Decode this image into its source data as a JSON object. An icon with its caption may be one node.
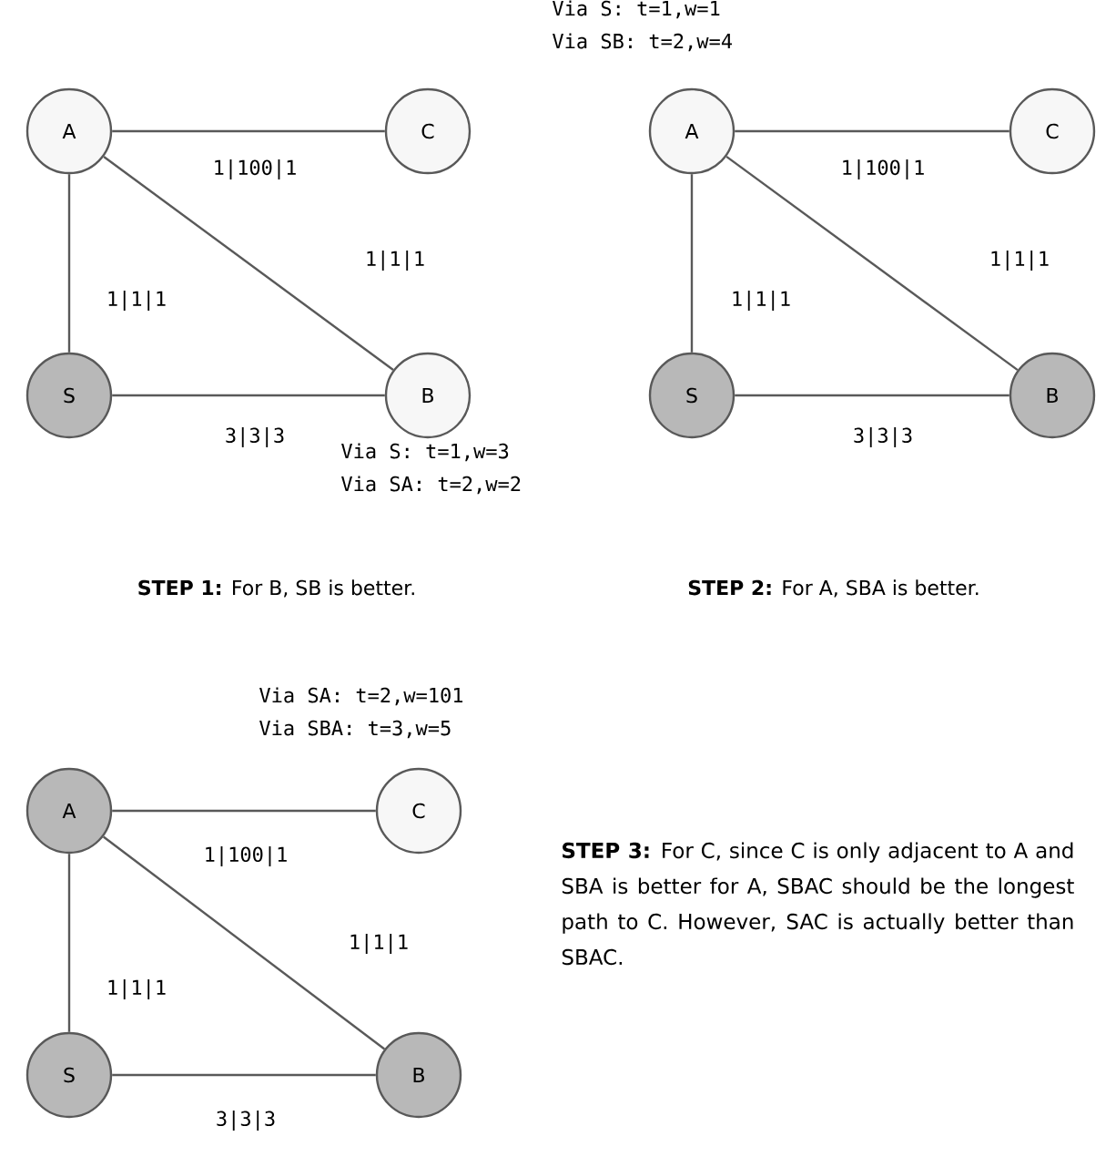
{
  "diagram": {
    "nodes": [
      {
        "text": [
          "A"
        ]
      },
      {
        "text": [
          "C"
        ]
      },
      {
        "text": [
          "S"
        ]
      },
      {
        "text": [
          "B"
        ],
        "beside": [
          "Via S:  t=1,w=3",
          "Via SA: t=2,w=2"
        ]
      },
      {
        "text": [
          "A"
        ],
        "beside": [
          "Via S:  t=1,w=1",
          "Via SB: t=2,w=4"
        ]
      },
      {
        "text": [
          "C"
        ]
      },
      {
        "text": [
          "S"
        ]
      },
      {
        "text": [
          "B"
        ]
      },
      {
        "text": [
          "A"
        ]
      },
      {
        "text": [
          "C"
        ],
        "beside": [
          "Via SA:  t=2,w=101",
          "Via SBA: t=3,w=5"
        ]
      },
      {
        "text": [
          "S"
        ]
      },
      {
        "text": [
          "B"
        ]
      }
    ],
    "edges": [
      {
        "from": 0,
        "to": 1,
        "arrow": "none",
        "label": "1|100|1"
      },
      {
        "from": 0,
        "to": 3,
        "arrow": "none",
        "label": "1|1|1"
      },
      {
        "from": 0,
        "to": 2,
        "arrow": "none",
        "label": "1|1|1"
      },
      {
        "from": 2,
        "to": 3,
        "arrow": "none",
        "label": "3|3|3"
      },
      {
        "from": 4,
        "to": 5,
        "arrow": "none",
        "label": "1|100|1"
      },
      {
        "from": 4,
        "to": 7,
        "arrow": "none",
        "label": "1|1|1"
      },
      {
        "from": 4,
        "to": 6,
        "arrow": "none",
        "label": "1|1|1"
      },
      {
        "from": 6,
        "to": 7,
        "arrow": "none",
        "label": "3|3|3"
      },
      {
        "from": 8,
        "to": 9,
        "arrow": "none",
        "label": "1|100|1"
      },
      {
        "from": 8,
        "to": 11,
        "arrow": "none",
        "label": "1|1|1"
      },
      {
        "from": 8,
        "to": 10,
        "arrow": "none",
        "label": "1|1|1"
      },
      {
        "from": 10,
        "to": 11,
        "arrow": "none",
        "label": "3|3|3"
      }
    ],
    "labels": [
      "**STEP 1:** For B, SB is better.",
      "**STEP 2:** For A, SBA is better.",
      "**STEP 3:** For C, since C is only adjacent to A and SBA is better for A, SBAC should be the longest path to C. However, SAC is actually better than SBAC."
    ]
  }
}
